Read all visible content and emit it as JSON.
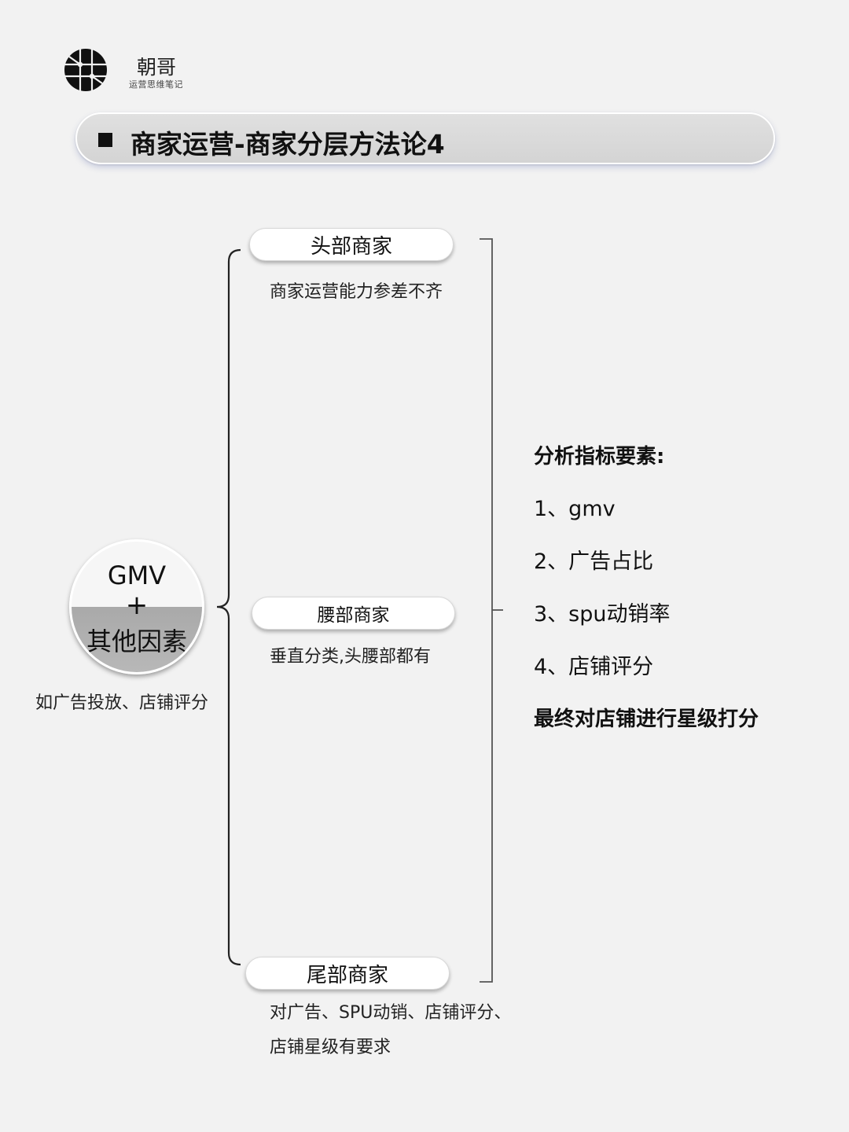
{
  "brand": {
    "name": "朝哥",
    "subtitle": "运营思维笔记",
    "logo_icon": "grid-globe-icon"
  },
  "title": "商家运营-商家分层方法论4",
  "tiers": [
    {
      "label": "头部商家",
      "notes": [
        "商家运营能力参差不齐"
      ]
    },
    {
      "label": "腰部商家",
      "notes": [
        "垂直分类,头腰部都有"
      ]
    },
    {
      "label": "尾部商家",
      "notes": [
        "对广告、SPU动销、店铺评分、",
        "店铺星级有要求"
      ]
    }
  ],
  "root": {
    "line1": "GMV",
    "line2": "+",
    "line3": "其他因素",
    "caption": "如广告投放、店铺评分"
  },
  "analysis": {
    "heading": "分析指标要素:",
    "items": [
      "1、gmv",
      "2、广告占比",
      "3、spu动销率",
      "4、店铺评分"
    ],
    "conclusion": "最终对店铺进行星级打分"
  }
}
